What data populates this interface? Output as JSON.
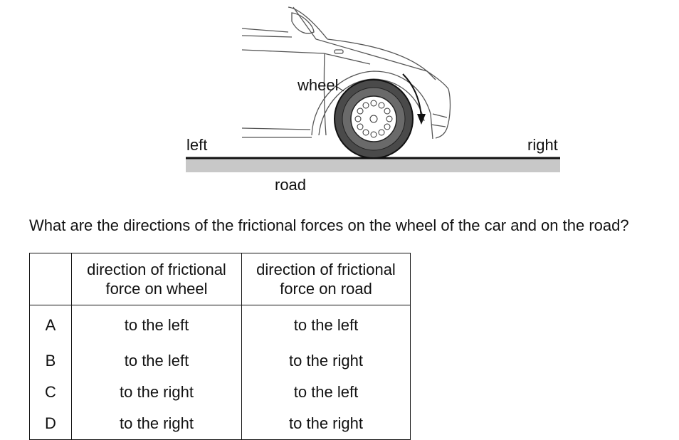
{
  "figure": {
    "label_wheel": "wheel",
    "label_left": "left",
    "label_right": "right",
    "label_road": "road"
  },
  "question": "What are the directions of the frictional forces on the wheel of the car and on the road?",
  "table": {
    "headers": [
      "",
      "direction of frictional\nforce on wheel",
      "direction of frictional\nforce on road"
    ],
    "rows": [
      {
        "option": "A",
        "wheel": "to the left",
        "road": "to the left"
      },
      {
        "option": "B",
        "wheel": "to the left",
        "road": "to the right"
      },
      {
        "option": "C",
        "wheel": "to the right",
        "road": "to the left"
      },
      {
        "option": "D",
        "wheel": "to the right",
        "road": "to the right"
      }
    ]
  }
}
